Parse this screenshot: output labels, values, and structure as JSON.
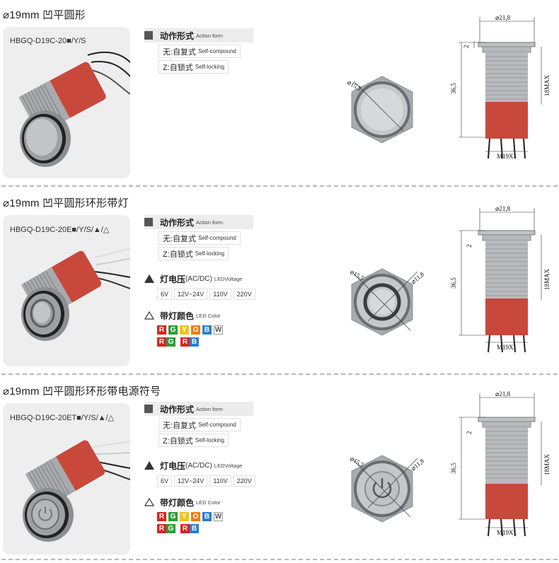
{
  "sections": [
    {
      "title": "⌀19mm 凹平圆形",
      "model": "HBGQ-D19C-20■/Y/S",
      "action": {
        "label_cn": "动作形式",
        "label_en": "Action form",
        "options": [
          {
            "cn": "无:自复式",
            "en": "Self-compound"
          },
          {
            "cn": "Z:自锁式",
            "en": "Self-locking"
          }
        ]
      },
      "dims": {
        "head_dia": "⌀21,8",
        "face_dia": "⌀15,5",
        "height": "36,5",
        "max": "18MAX",
        "thread": "M19X1",
        "flange": "2"
      }
    },
    {
      "title": "⌀19mm 凹平圆形环形带灯",
      "model": "HBGQ-D19C-20E■/Y/S/▲/△",
      "action": {
        "label_cn": "动作形式",
        "label_en": "Action form",
        "options": [
          {
            "cn": "无:自复式",
            "en": "Self-compound"
          },
          {
            "cn": "Z:自锁式",
            "en": "Self-locking"
          }
        ]
      },
      "voltage": {
        "label_cn": "灯电压",
        "label_paren": "(AC/DC)",
        "label_en": "LEDVoltage",
        "values": [
          "6V",
          "12V~24V",
          "110V",
          "220V"
        ]
      },
      "led_color": {
        "label_cn": "带灯颜色",
        "label_en": "LED Color",
        "singles": [
          "R",
          "G",
          "Y",
          "O",
          "B",
          "W"
        ],
        "combos": [
          [
            "R",
            "G"
          ],
          [
            "R",
            "B"
          ]
        ]
      },
      "dims": {
        "head_dia": "⌀21,8",
        "face_dia": "⌀15,5",
        "ring_dia": "⌀11,8",
        "height": "36,5",
        "max": "18MAX",
        "thread": "M19X1",
        "flange": "2"
      }
    },
    {
      "title": "⌀19mm 凹平圆形环形带电源符号",
      "model": "HBGQ-D19C-20ET■/Y/S/▲/△",
      "action": {
        "label_cn": "动作形式",
        "label_en": "Action form",
        "options": [
          {
            "cn": "无:自复式",
            "en": "Self-compound"
          },
          {
            "cn": "Z:自锁式",
            "en": "Self-locking"
          }
        ]
      },
      "voltage": {
        "label_cn": "灯电压",
        "label_paren": "(AC/DC)",
        "label_en": "LEDVoltage",
        "values": [
          "6V",
          "12V~24V",
          "110V",
          "220V"
        ]
      },
      "led_color": {
        "label_cn": "带灯颜色",
        "label_en": "LED Color",
        "singles": [
          "R",
          "G",
          "Y",
          "O",
          "B",
          "W"
        ],
        "combos": [
          [
            "R",
            "G"
          ],
          [
            "R",
            "B"
          ]
        ]
      },
      "dims": {
        "head_dia": "⌀21,8",
        "face_dia": "⌀15,5",
        "ring_dia": "⌀11,8",
        "height": "36,5",
        "max": "18MAX",
        "thread": "M19X1",
        "flange": "2"
      }
    }
  ],
  "colors": {
    "R": "#d72620",
    "G": "#2e9d3a",
    "Y": "#f0c419",
    "O": "#ef7d14",
    "B": "#2a7fd0",
    "W": "#ffffff",
    "sleeve": "#c9483c",
    "metal": "#b9babd"
  }
}
